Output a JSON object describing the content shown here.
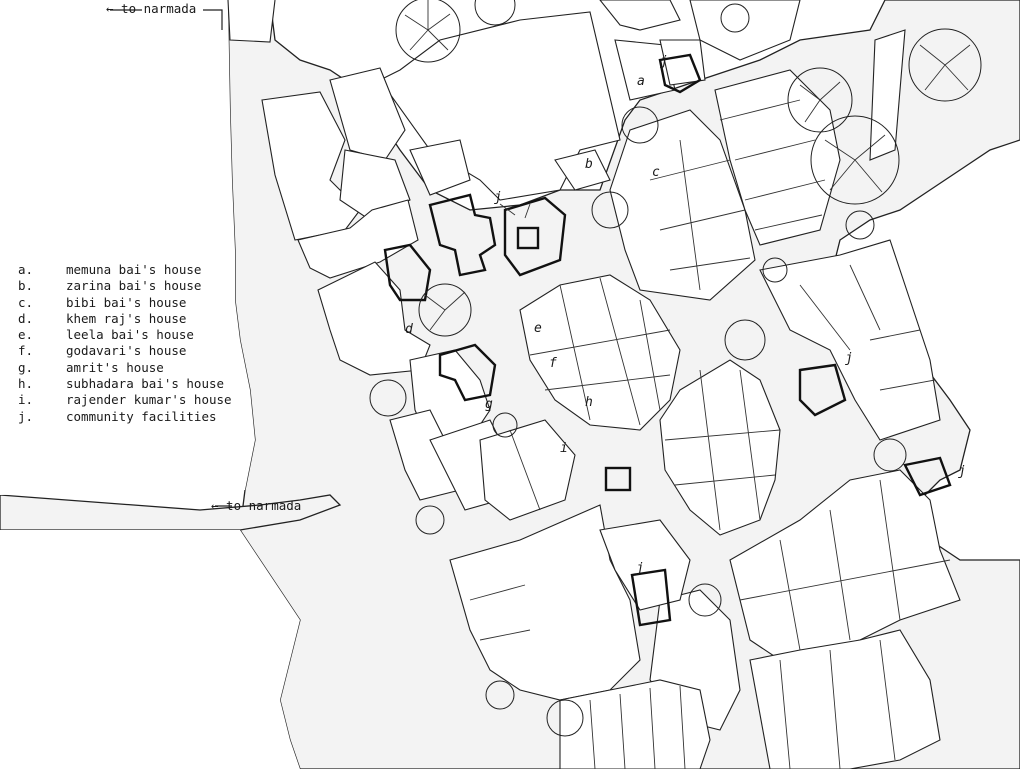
{
  "map": {
    "directions": {
      "top": "← to narmada",
      "middle": "← to narmada"
    },
    "legend": [
      {
        "key": "a.",
        "text": "memuna bai's house"
      },
      {
        "key": "b.",
        "text": "zarina bai's house"
      },
      {
        "key": "c.",
        "text": "bibi bai's house"
      },
      {
        "key": "d.",
        "text": "khem raj's house"
      },
      {
        "key": "e.",
        "text": "leela bai's house"
      },
      {
        "key": "f.",
        "text": "godavari's house"
      },
      {
        "key": "g.",
        "text": "amrit's house"
      },
      {
        "key": "h.",
        "text": "subhadara bai's house"
      },
      {
        "key": "i.",
        "text": "rajender kumar's house"
      },
      {
        "key": "j.",
        "text": "community facilities"
      }
    ],
    "plot_labels": {
      "a": "a",
      "b": "b",
      "c": "c",
      "d": "d",
      "e": "e",
      "f": "f",
      "g": "g",
      "h": "h",
      "i": "i",
      "j": "j"
    }
  }
}
